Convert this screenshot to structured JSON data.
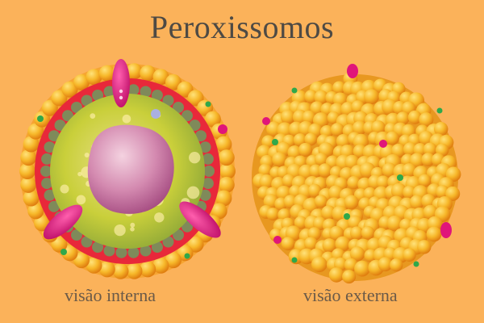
{
  "title": "Peroxissomos",
  "panels": [
    {
      "caption": "visão interna"
    },
    {
      "caption": "visão externa"
    }
  ],
  "colors": {
    "background": "#fbb25a",
    "lipid_head": "#f7b82a",
    "lipid_tail": "#e8283a",
    "matrix": "#d9d23a",
    "crystalline_core": "#c56a9a",
    "membrane_protein": "#e0157a",
    "small_protein": "#2fa84a",
    "inner_ring": "#7f8a5a"
  }
}
